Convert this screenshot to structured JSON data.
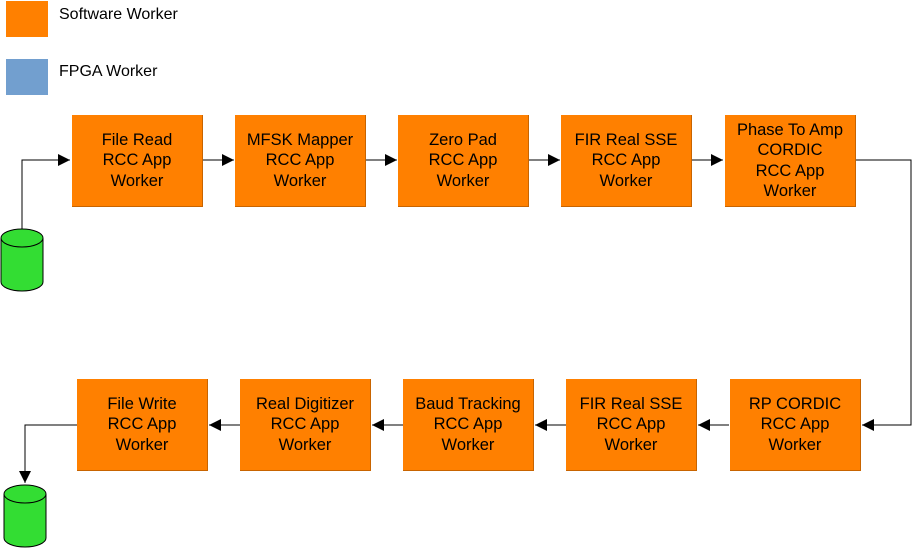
{
  "colors": {
    "software_worker": "#ff8000",
    "fpga_worker": "#729fcf",
    "storage": "#33dd33"
  },
  "legend": {
    "software_worker": "Software Worker",
    "fpga_worker": "FPGA Worker"
  },
  "workers": [
    {
      "label": "File Read\nRCC App\nWorker"
    },
    {
      "label": "MFSK Mapper\nRCC App\nWorker"
    },
    {
      "label": "Zero Pad\nRCC App\nWorker"
    },
    {
      "label": "FIR Real SSE\nRCC App\nWorker"
    },
    {
      "label": "Phase To Amp\nCORDIC\nRCC App\nWorker"
    },
    {
      "label": "RP CORDIC\nRCC App\nWorker"
    },
    {
      "label": "FIR Real SSE\nRCC App\nWorker"
    },
    {
      "label": "Baud Tracking\nRCC App\nWorker"
    },
    {
      "label": "Real Digitizer\nRCC App\nWorker"
    },
    {
      "label": "File Write\nRCC App\nWorker"
    }
  ]
}
